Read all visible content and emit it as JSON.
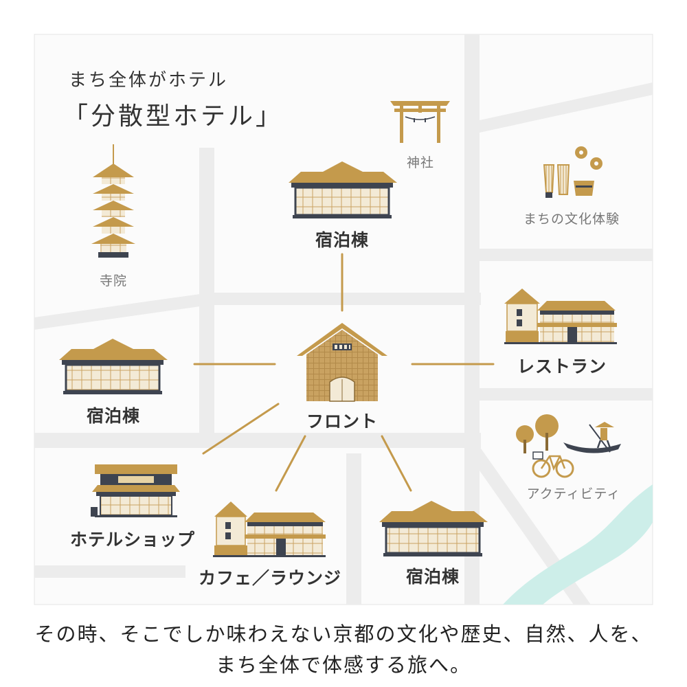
{
  "heading": {
    "subtitle": "まち全体がホテル",
    "title": "「分散型ホテル」"
  },
  "places": {
    "temple": "寺院",
    "shrine": "神社",
    "culture": "まちの文化体験",
    "lodging_top": "宿泊棟",
    "lodging_left": "宿泊棟",
    "lodging_bottom": "宿泊棟",
    "front": "フロント",
    "restaurant": "レストラン",
    "activity": "アクティビティ",
    "shop": "ホテルショップ",
    "cafe": "カフェ／ラウンジ"
  },
  "caption": {
    "line1": "その時、そこでしか味わえない京都の文化や歴史、自然、人を、",
    "line2": "まち全体で体感する旅へ。"
  },
  "colors": {
    "gold": "#c49a4c",
    "navy": "#3e4450",
    "road": "#ececec",
    "river": "#cdeee9"
  }
}
